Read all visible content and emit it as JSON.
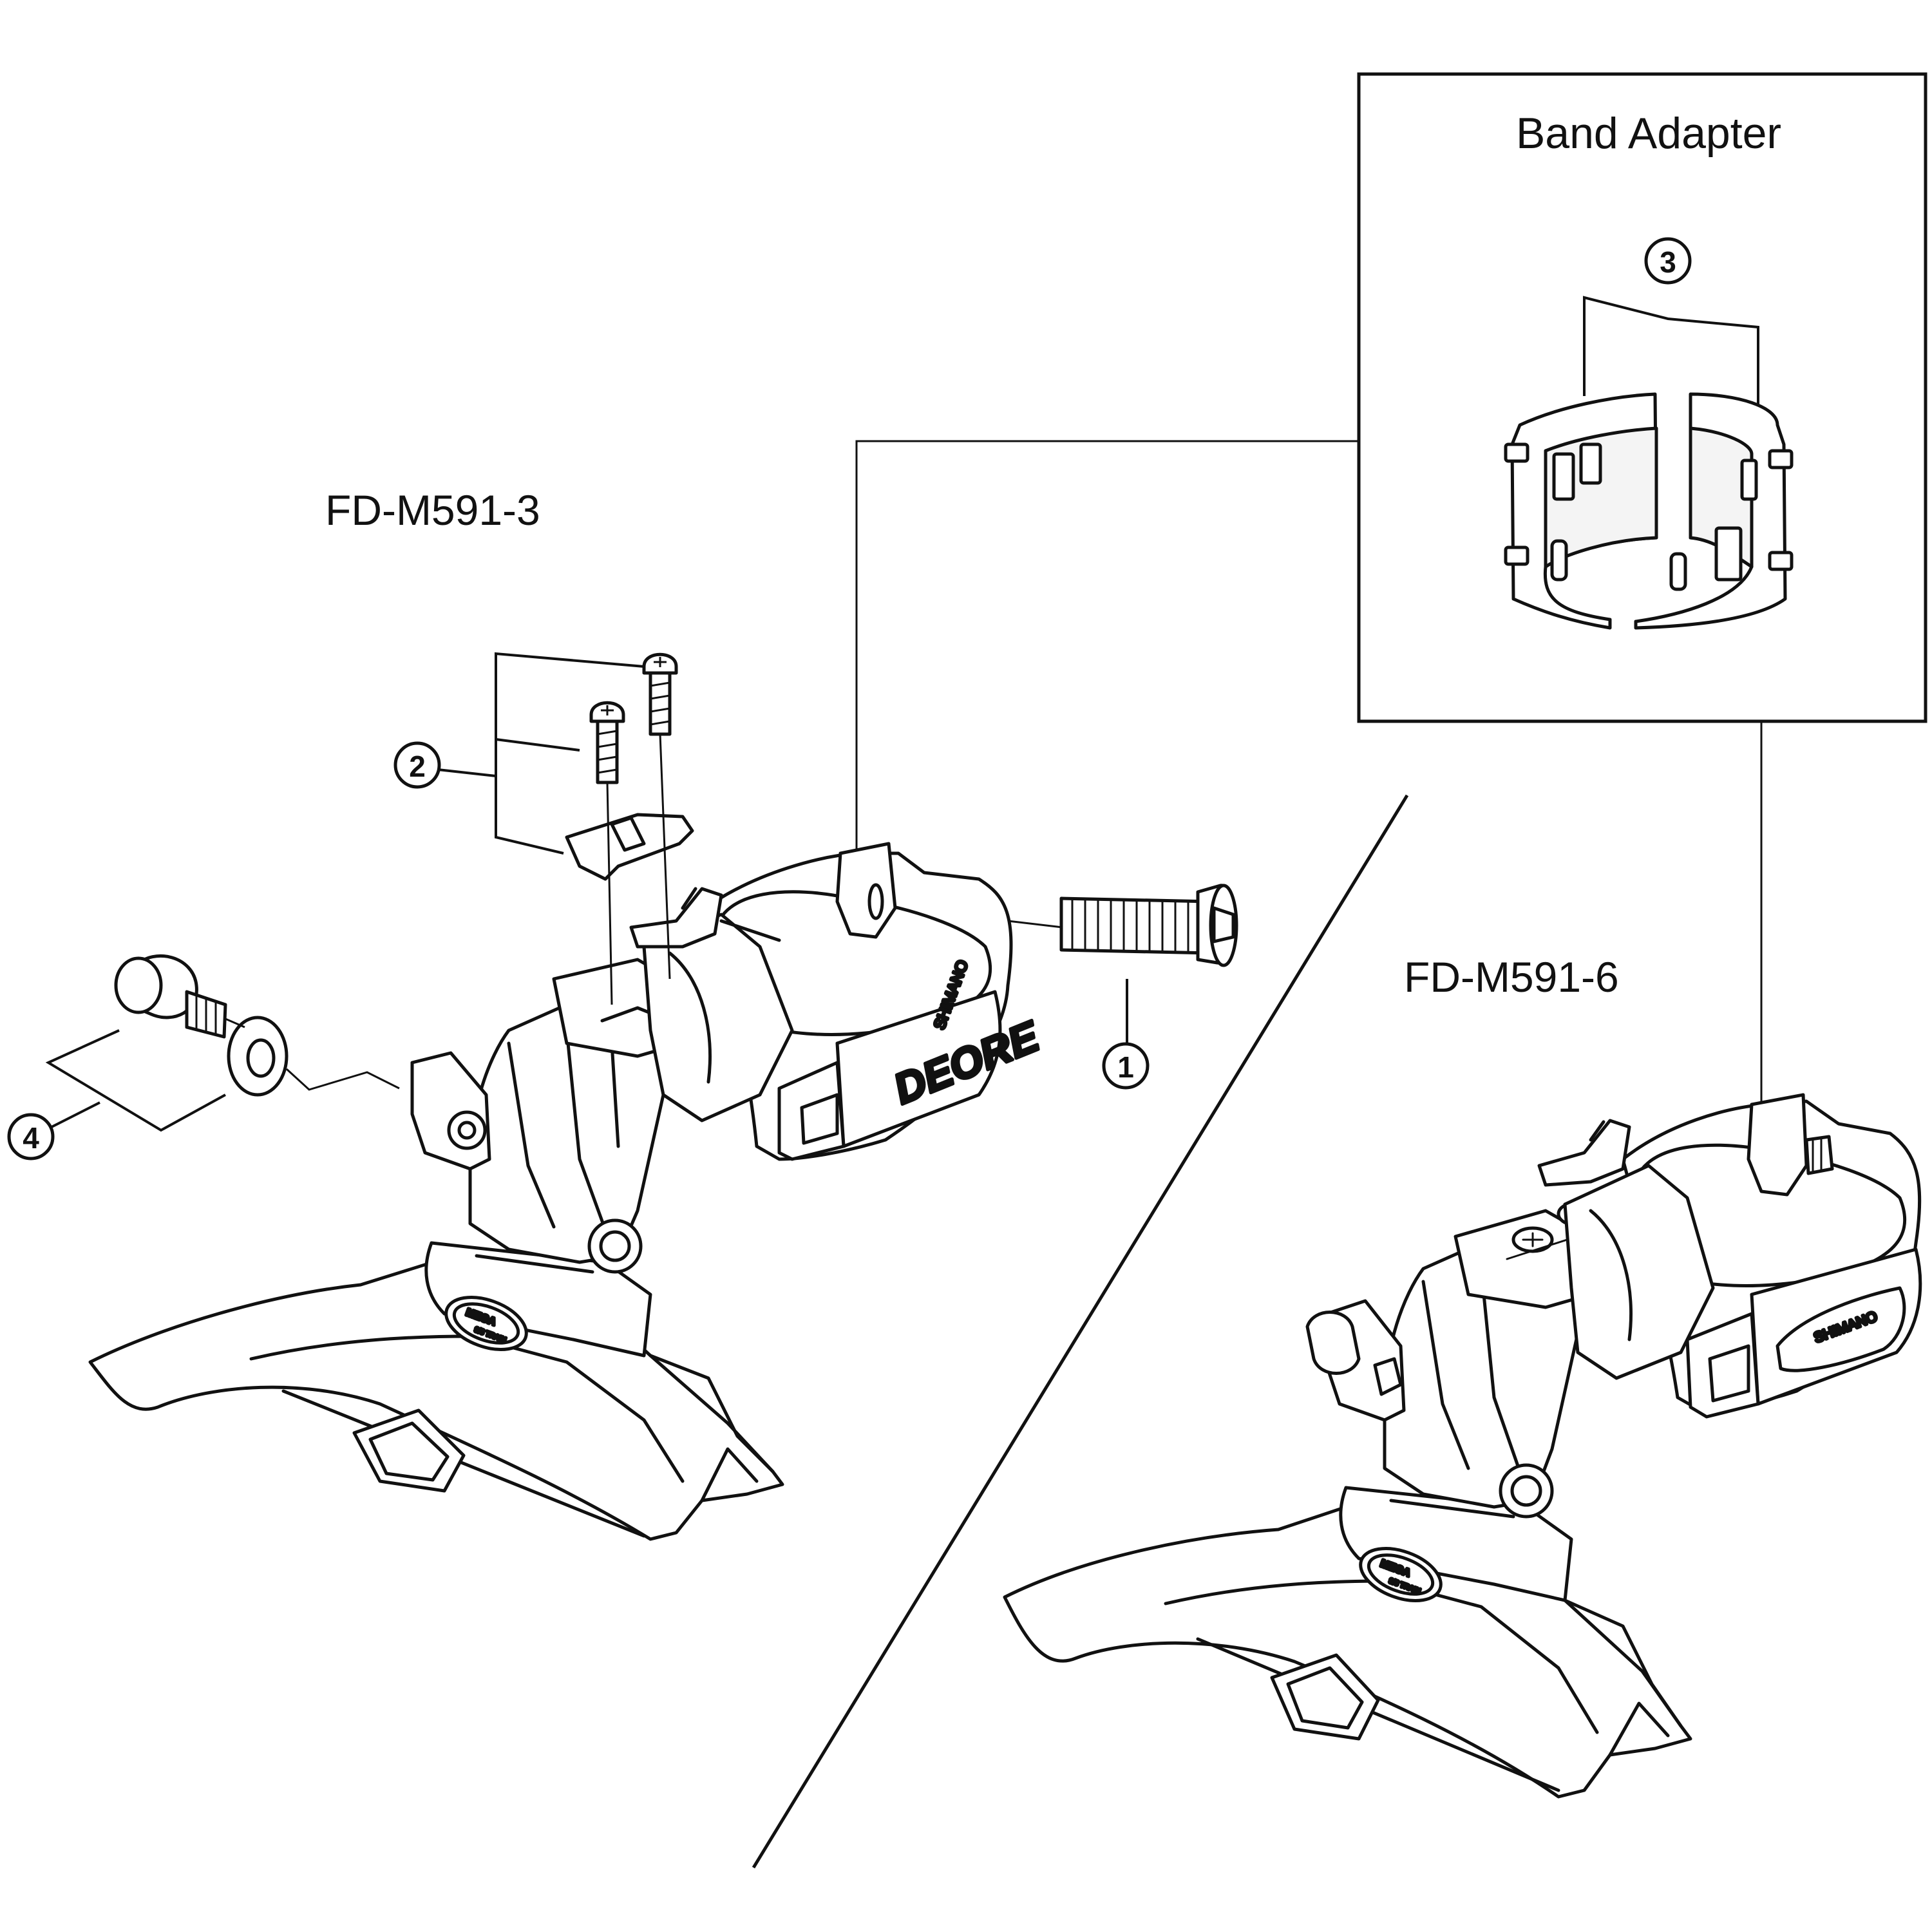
{
  "models": {
    "left": "FD-M591-3",
    "right": "FD-M591-6"
  },
  "inset": {
    "title": "Band Adapter"
  },
  "callouts": [
    "1",
    "2",
    "3",
    "4"
  ],
  "branding": {
    "maker": "SHIMANO",
    "series": "DEORE",
    "badge_top": "MEGA",
    "badge_bottom": "9/8 TRAIN"
  },
  "colors": {
    "line": "#111111",
    "fill": "#ffffff"
  }
}
